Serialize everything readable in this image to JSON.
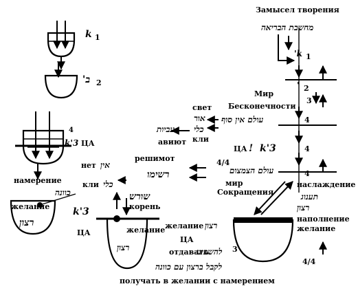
{
  "labels": {
    "zamysel": "Замысел творения",
    "mir_beskon_1": "Мир",
    "mir_beskon_2": "Бесконечности",
    "svet": "свет",
    "kli_1": "кли",
    "aviut": "авиют",
    "ca_mid": "ЦА",
    "reshimot": "решимот",
    "net": "нет",
    "kli_2": "кли",
    "mir_sokr_1": "мир",
    "mir_sokr_2": "Сокращения",
    "naslazhdenie": "наслаждение",
    "ca_left": "ЦА",
    "namerenie": "намерение",
    "zhelanie_left": "желание",
    "koren": "корень",
    "zhelanie_mid": "желание",
    "zhelanie_lower": "желание",
    "ca_lower": "ЦА",
    "otdavat": "отдавать",
    "ca_small": "ЦА",
    "napolnenie_1": "наполнение",
    "napolnenie_2": "желание",
    "bottom_caption": "получать в  желании с  намерением"
  },
  "marks": {
    "k1_top": "k",
    "k1_top_sub": "1",
    "k2_top": "'ב",
    "k2_top_sub": "2",
    "k1_right": "'k",
    "k1_right_sub": "1",
    "k2_right": "'",
    "k2_right_sub": "2",
    "n3": "3",
    "n4_a": "4",
    "n4_b": "4",
    "n4_c": "4",
    "k3_left": "k'3",
    "k3_left_sup": "4",
    "k3_mid": "k'3",
    "k3_lower": "k'3",
    "frac_44": "4/4",
    "frac_44_b": "4/4",
    "n3_small": "3",
    "bang": "!"
  },
  "hebrew": {
    "machshevet_haboreh": "מחשבת הבריאה",
    "olam_ein_sof": "עולם אין סוף",
    "or": "אור",
    "kli": "כלי",
    "aviut": "עביות",
    "olam_tsimtsum": "עולם הצמצום",
    "reshimo": "רשימו",
    "ein": "אין",
    "kli_2": "כלי",
    "shoresh": "שורש",
    "kavana": "כוונה",
    "ratzon": "רצון",
    "taanug": "תענוג",
    "hashpaa": "להשפיע",
    "lekabel": "לקבל ברצון עם כוונה"
  }
}
